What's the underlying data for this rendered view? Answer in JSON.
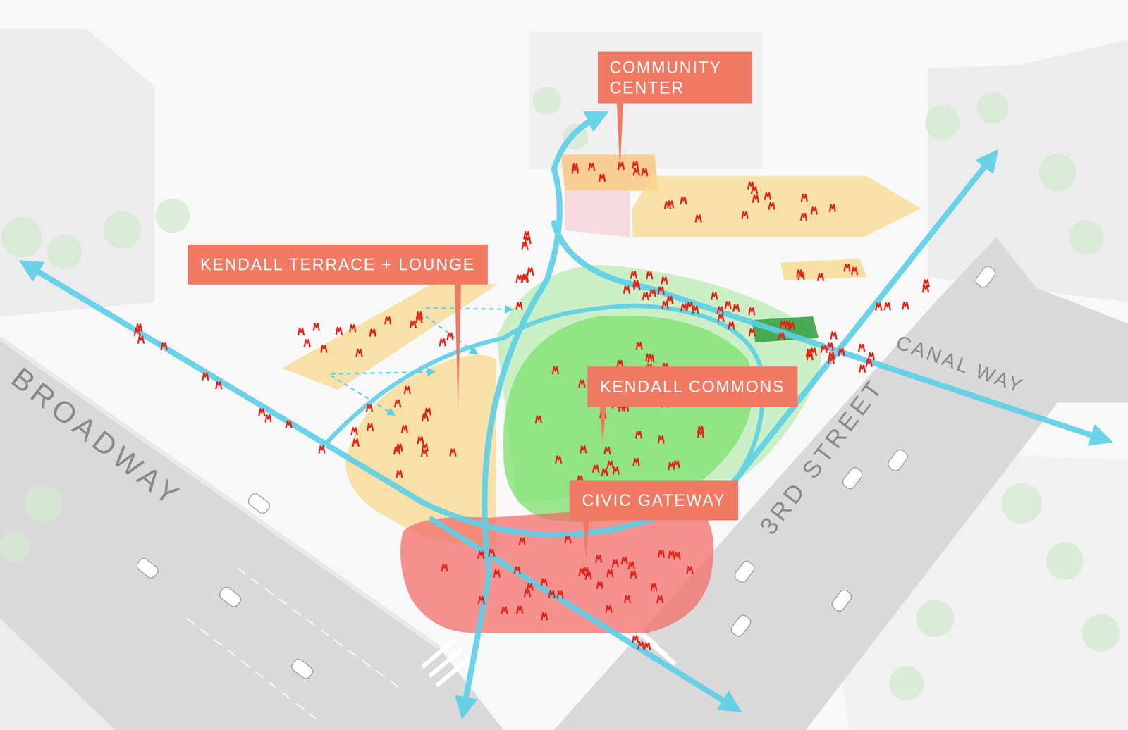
{
  "diagram": {
    "nodes": [
      {
        "text": [
          "COMMUNITY CENTER"
        ]
      },
      {
        "text": [
          "KENDALL TERRACE + LOUNGE"
        ]
      },
      {
        "text": [
          "KENDALL COMMONS"
        ]
      },
      {
        "text": [
          "CIVIC GATEWAY"
        ]
      }
    ],
    "labels": [
      "BROADWAY",
      "3RD STREET",
      "CANAL WAY"
    ]
  }
}
